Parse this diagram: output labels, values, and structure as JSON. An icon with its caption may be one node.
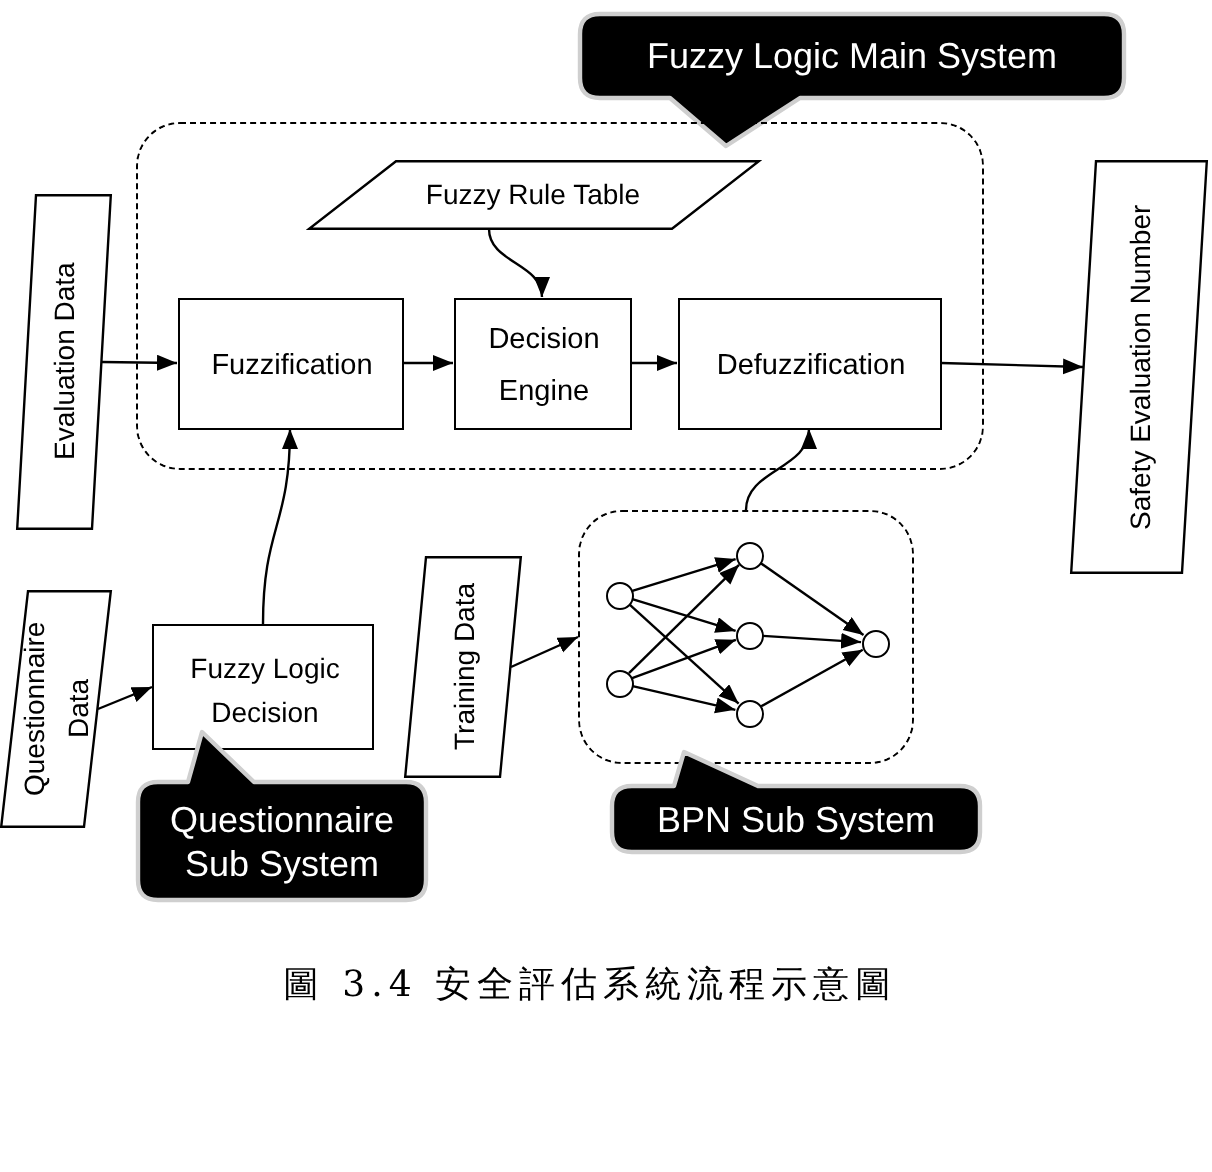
{
  "diagram": {
    "caption": "圖 3.4 安全評估系統流程示意圖",
    "nodes": [
      {
        "text": [
          "Fuzzy Logic Main System"
        ]
      },
      {
        "text": [],
        "shape": "box"
      },
      {
        "text": [
          "Fuzzy Rule Table"
        ],
        "in": 1
      },
      {
        "text": [
          "Evaluation Data"
        ]
      },
      {
        "text": [
          "Fuzzification"
        ],
        "in": 1
      },
      {
        "text": [
          "Decision Engine"
        ],
        "in": 1
      },
      {
        "text": [
          "Defuzzification"
        ],
        "in": 1
      },
      {
        "text": [
          "Safety Evaluation Number"
        ]
      },
      {
        "text": [
          "Questionnaire Data"
        ]
      },
      {
        "text": [
          "Fuzzy Logic Decision"
        ]
      },
      {
        "text": [
          "Training Data"
        ]
      },
      {
        "text": [],
        "shape": "box"
      },
      {
        "text": [],
        "shape": "circle",
        "in": 11
      },
      {
        "text": [],
        "shape": "circle",
        "in": 11
      },
      {
        "text": [],
        "shape": "circle",
        "in": 11
      },
      {
        "text": [],
        "shape": "circle",
        "in": 11
      },
      {
        "text": [],
        "shape": "circle",
        "in": 11
      },
      {
        "text": [],
        "shape": "circle",
        "in": 11
      },
      {
        "text": [
          "Questionnaire Sub System"
        ]
      },
      {
        "text": [
          "BPN Sub System"
        ]
      }
    ],
    "edges": [
      {
        "from": 3,
        "to": 4,
        "arrow": "to"
      },
      {
        "from": 2,
        "to": 5,
        "arrow": "to"
      },
      {
        "from": 4,
        "to": 5,
        "arrow": "to"
      },
      {
        "from": 5,
        "to": 6,
        "arrow": "to"
      },
      {
        "from": 6,
        "to": 7,
        "arrow": "to"
      },
      {
        "from": 8,
        "to": 9,
        "arrow": "to"
      },
      {
        "from": 9,
        "to": 4,
        "arrow": "to"
      },
      {
        "from": 10,
        "to": 11,
        "arrow": "to"
      },
      {
        "from": 11,
        "to": 6,
        "arrow": "to"
      },
      {
        "from": 12,
        "to": 14,
        "arrow": "to"
      },
      {
        "from": 12,
        "to": 15,
        "arrow": "to"
      },
      {
        "from": 12,
        "to": 16,
        "arrow": "to"
      },
      {
        "from": 13,
        "to": 14,
        "arrow": "to"
      },
      {
        "from": 13,
        "to": 15,
        "arrow": "to"
      },
      {
        "from": 13,
        "to": 16,
        "arrow": "to"
      },
      {
        "from": 14,
        "to": 17,
        "arrow": "to"
      },
      {
        "from": 15,
        "to": 17,
        "arrow": "to"
      },
      {
        "from": 16,
        "to": 17,
        "arrow": "to"
      }
    ]
  }
}
